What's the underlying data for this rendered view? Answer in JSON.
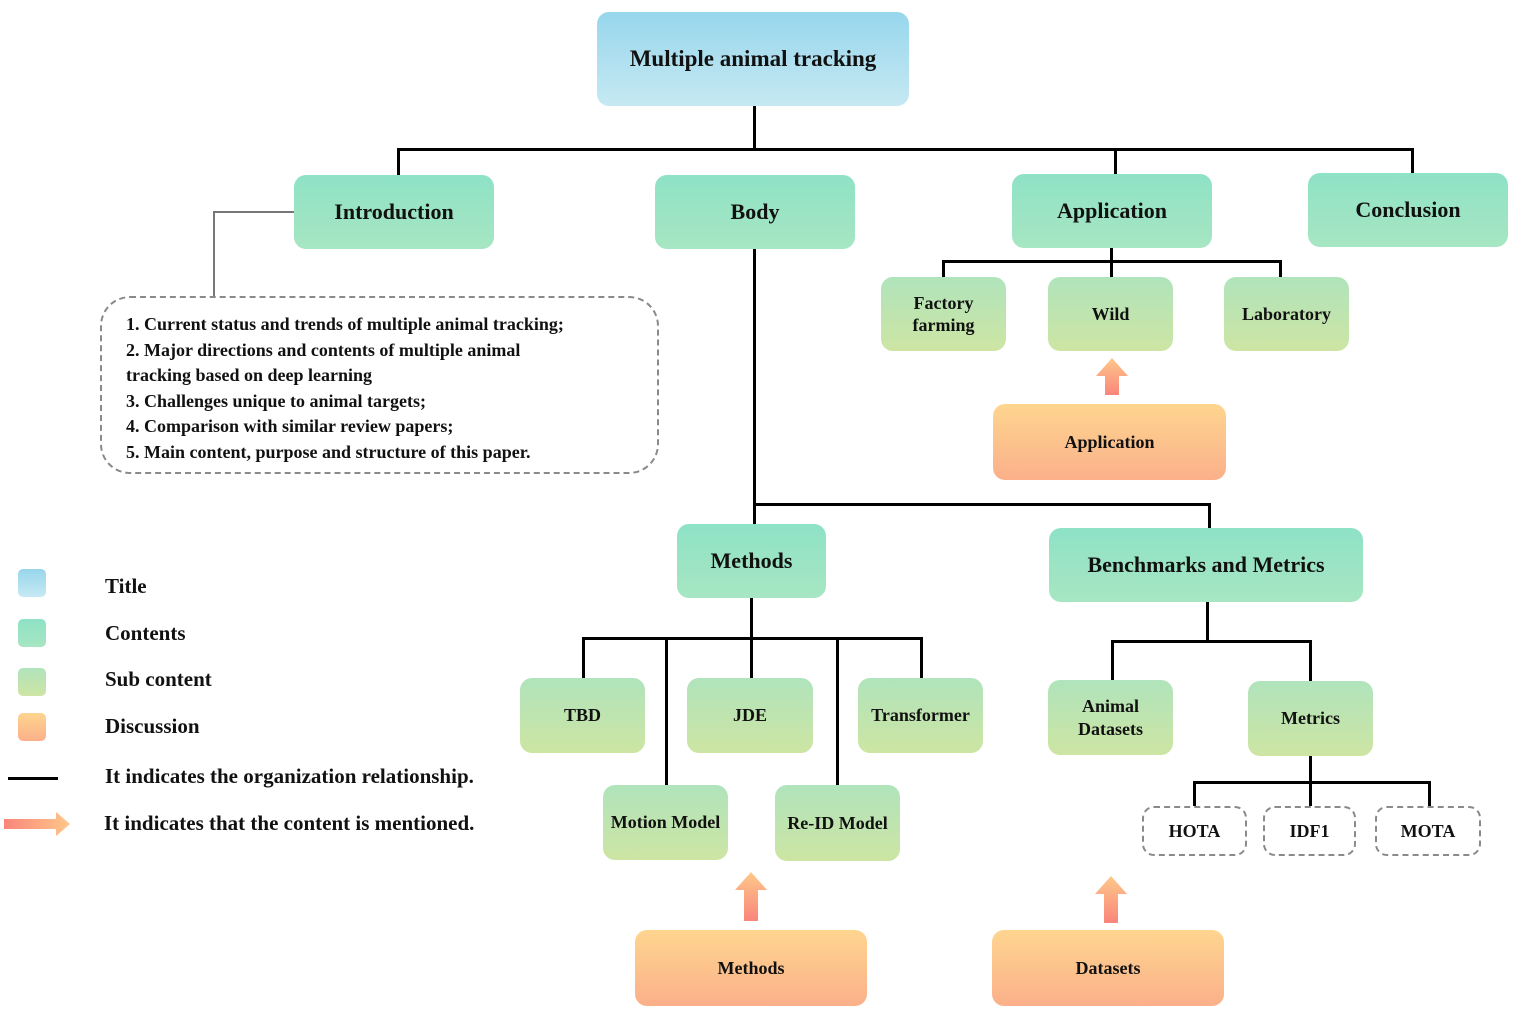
{
  "title": "Multiple animal tracking",
  "sections": {
    "introduction": "Introduction",
    "body": "Body",
    "application": "Application",
    "conclusion": "Conclusion"
  },
  "introduction_points": [
    "1. Current status and trends of multiple animal tracking;",
    "2. Major directions and contents of multiple animal",
    "tracking based on deep learning",
    "3. Challenges unique to animal targets;",
    "4. Comparison with similar review papers;",
    "5. Main content, purpose and structure of this paper."
  ],
  "application_subs": [
    "Factory farming",
    "Wild",
    "Laboratory"
  ],
  "application_discussion": "Application",
  "body_children": {
    "methods": "Methods",
    "benchmarks": "Benchmarks and Metrics"
  },
  "methods_subs": [
    "TBD",
    "JDE",
    "Transformer",
    "Motion Model",
    "Re-ID Model"
  ],
  "methods_discussion": "Methods",
  "benchmark_subs": [
    "Animal Datasets",
    "Metrics"
  ],
  "metrics": [
    "HOTA",
    "IDF1",
    "MOTA"
  ],
  "datasets_discussion": "Datasets",
  "legend": {
    "title": "Title",
    "contents": "Contents",
    "sub_content": "Sub content",
    "discussion": "Discussion",
    "line": "It indicates the organization relationship.",
    "arrow": "It indicates that the content is mentioned."
  },
  "colors": {
    "title": "#a8ddef",
    "contents": "#96e3c4",
    "sub_content": "#c0e5ae",
    "discussion": "#fcc28c",
    "line": "#000000"
  }
}
